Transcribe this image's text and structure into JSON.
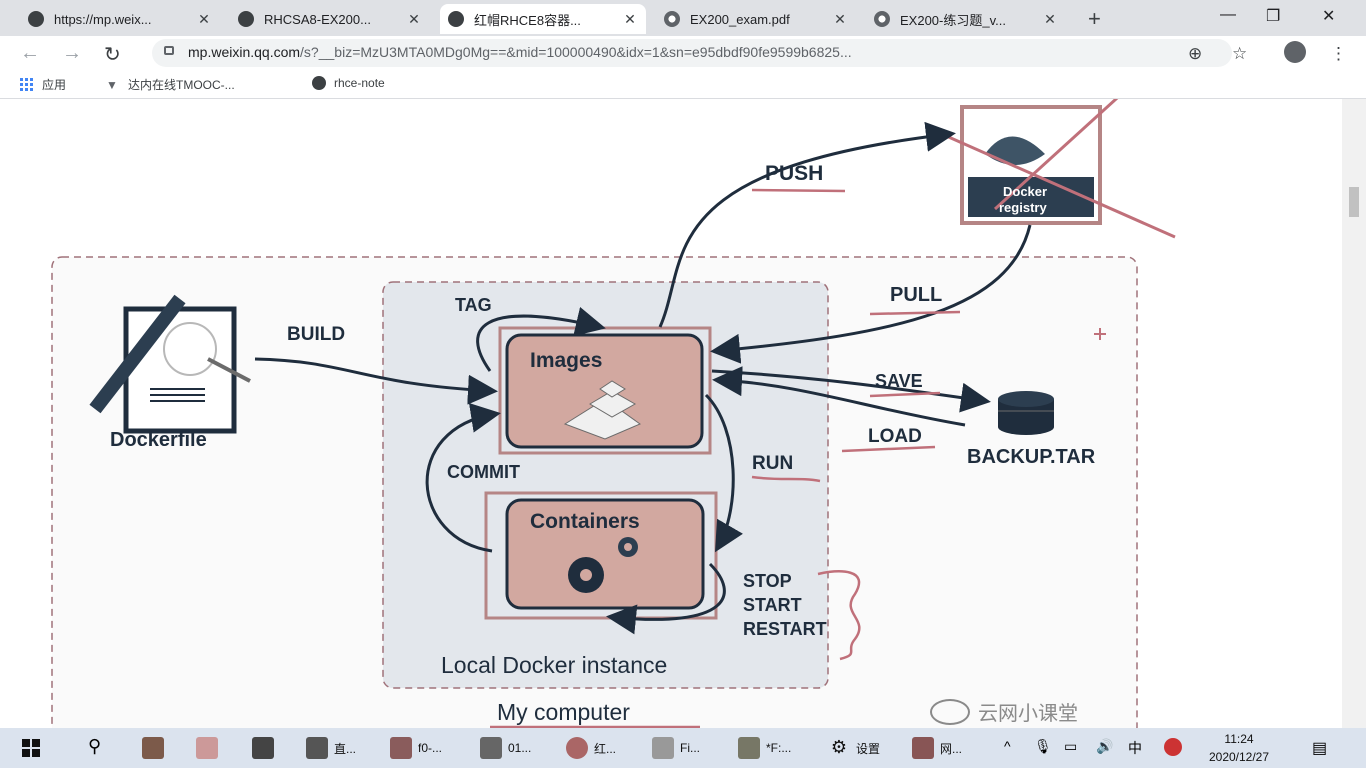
{
  "tabs": [
    {
      "title": "https://mp.weix..."
    },
    {
      "title": "RHCSA8-EX200..."
    },
    {
      "title": "红帽RHCE8容器..."
    },
    {
      "title": "EX200_exam.pdf"
    },
    {
      "title": "EX200-练习题_v..."
    }
  ],
  "toolbar": {
    "url_host": "mp.weixin.qq.com",
    "url_rest": "/s?__biz=MzU3MTA0MDg0Mg==&mid=100000490&idx=1&sn=e95dbdf90fe9599b6825..."
  },
  "bookmarks": [
    {
      "label": "应用",
      "icon": "apps-icon"
    },
    {
      "label": "达内在线TMOOC-...",
      "icon": "tmooc-icon"
    },
    {
      "label": "rhce-note",
      "icon": "wechat-icon"
    }
  ],
  "diagram": {
    "push": "PUSH",
    "pull": "PULL",
    "tag": "TAG",
    "build": "BUILD",
    "images": "Images",
    "save": "SAVE",
    "load": "LOAD",
    "run": "RUN",
    "commit": "COMMIT",
    "containers": "Containers",
    "dockerfile": "Dockerfile",
    "backup": "BACKUP.TAR",
    "registry_line1": "Docker",
    "registry_line2": "registry",
    "stop": "STOP",
    "start": "START",
    "restart": "RESTART",
    "local_instance": "Local Docker instance",
    "my_computer": "My computer",
    "watermark": "云网小课堂"
  },
  "taskbar": {
    "items": [
      {
        "label": "",
        "icon": "photo-app-icon"
      },
      {
        "label": "",
        "icon": "paint-icon"
      },
      {
        "label": "",
        "icon": "calculator-icon"
      },
      {
        "label": "直...",
        "icon": "powerpoint-icon"
      },
      {
        "label": "f0-...",
        "icon": "video-icon"
      },
      {
        "label": "01...",
        "icon": "document-icon"
      },
      {
        "label": "红...",
        "icon": "chrome-icon"
      },
      {
        "label": "Fi...",
        "icon": "explorer-icon"
      },
      {
        "label": "*F:...",
        "icon": "notepad-icon"
      },
      {
        "label": "设置",
        "icon": "settings-icon"
      },
      {
        "label": "网...",
        "icon": "network-app-icon"
      }
    ],
    "ime": "中",
    "time": "11:24",
    "date": "2020/12/27"
  }
}
